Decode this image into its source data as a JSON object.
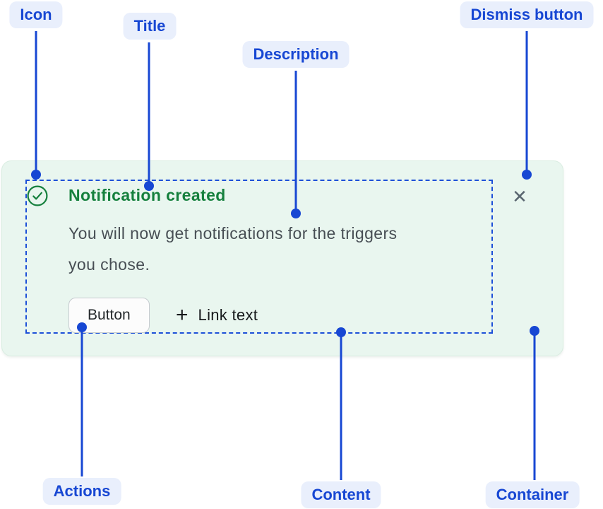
{
  "colors": {
    "accent_blue": "#1747D3",
    "label_pill_bg": "#E9EFFC",
    "success_green": "#15803D",
    "card_bg": "#E9F6EF",
    "card_border": "#D9EDE1",
    "content_outline_blue": "#1D50D8",
    "description_text": "#474E54",
    "button_bg": "#FCFCFC",
    "button_border": "#C6CBCF",
    "button_text": "#24282B",
    "link_text": "#16191B",
    "dismiss_icon_color": "#5A6670"
  },
  "callouts": {
    "icon": {
      "label": "Icon"
    },
    "title": {
      "label": "Title"
    },
    "description": {
      "label": "Description"
    },
    "dismiss": {
      "label": "Dismiss button"
    },
    "actions": {
      "label": "Actions"
    },
    "content": {
      "label": "Content"
    },
    "container": {
      "label": "Container"
    }
  },
  "notification": {
    "icon_name": "check-circle-icon",
    "title": "Notification created",
    "description": "You will now get notifications for the triggers you chose.",
    "actions": {
      "button_label": "Button",
      "link_icon_glyph": "+",
      "link_label": "Link text"
    },
    "dismiss_glyph": "✕"
  }
}
